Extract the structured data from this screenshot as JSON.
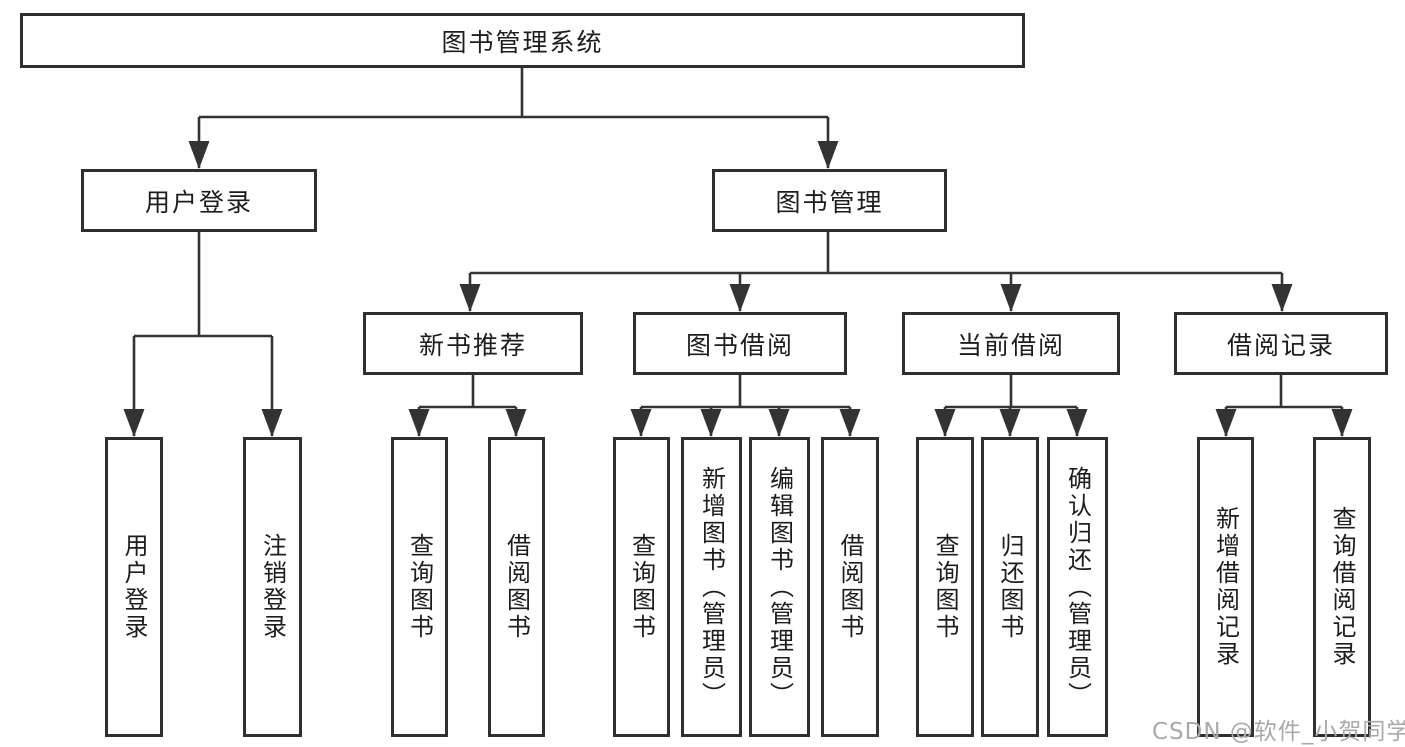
{
  "diagram_type": "hierarchy-tree",
  "tree": {
    "label": "图书管理系统",
    "children": [
      {
        "label": "用户登录",
        "children": [
          {
            "label": "用户登录"
          },
          {
            "label": "注销登录"
          }
        ]
      },
      {
        "label": "图书管理",
        "children": [
          {
            "label": "新书推荐",
            "children": [
              {
                "label": "查询图书"
              },
              {
                "label": "借阅图书"
              }
            ]
          },
          {
            "label": "图书借阅",
            "children": [
              {
                "label": "查询图书"
              },
              {
                "label": "新增图书（管理员）"
              },
              {
                "label": "编辑图书（管理员）"
              },
              {
                "label": "借阅图书"
              }
            ]
          },
          {
            "label": "当前借阅",
            "children": [
              {
                "label": "查询图书"
              },
              {
                "label": "归还图书"
              },
              {
                "label": "确认归还（管理员）"
              }
            ]
          },
          {
            "label": "借阅记录",
            "children": [
              {
                "label": "新增借阅记录"
              },
              {
                "label": "查询借阅记录"
              }
            ]
          }
        ]
      }
    ]
  },
  "watermark": {
    "text": "CSDN @软件_小贺同学"
  },
  "colors": {
    "line": "#333333",
    "box_border": "#2f2f2f",
    "box_fill": "#ffffff",
    "text": "#1d1d1f",
    "watermark": "#a9a9a9"
  }
}
